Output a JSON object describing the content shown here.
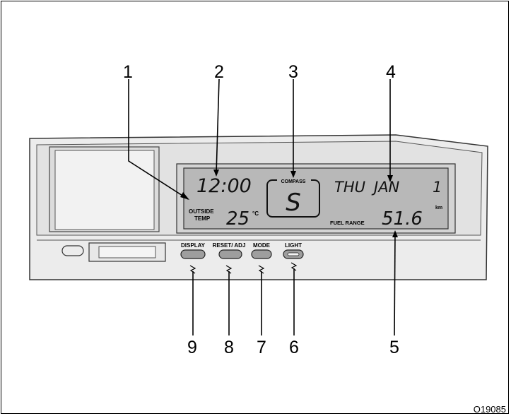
{
  "figure_id": "O19085",
  "lcd": {
    "clock": "12:00",
    "compass_label": "COMPASS",
    "compass_heading": "S",
    "day": "THU",
    "month": "JAN",
    "date": "1",
    "unit_km": "km",
    "outside_label_line1": "OUTSIDE",
    "outside_label_line2": "TEMP",
    "outside_temp": "25",
    "temp_unit": "°C",
    "fuel_label": "FUEL RANGE",
    "fuel_range": "51.6"
  },
  "buttons": {
    "display": "DISPLAY",
    "reset_adj": "RESET/ ADJ",
    "mode": "MODE",
    "light": "LIGHT"
  },
  "callouts": [
    "1",
    "2",
    "3",
    "4",
    "5",
    "6",
    "7",
    "8",
    "9"
  ],
  "colors": {
    "panel_fill": "#e6e6e6",
    "lcd_fill": "#b8b8b8",
    "button_fill": "#9e9e9e"
  }
}
